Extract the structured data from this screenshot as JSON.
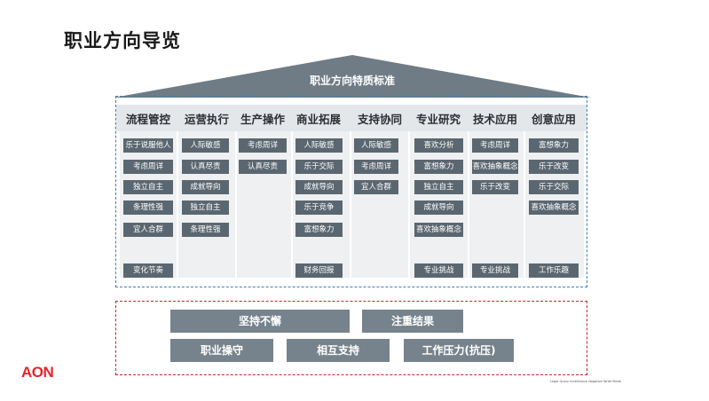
{
  "title": "职业方向导览",
  "roof_label": "职业方向特质标准",
  "columns": [
    {
      "name": "流程管控",
      "items": [
        "乐于说服他人",
        "考虑周详",
        "独立自主",
        "条理性强",
        "宜人合群"
      ],
      "extra": "变化节奏"
    },
    {
      "name": "运营执行",
      "items": [
        "人际敏感",
        "认真尽责",
        "成就导向",
        "独立自主",
        "条理性强"
      ],
      "extra": ""
    },
    {
      "name": "生产操作",
      "items": [
        "考虑周详",
        "认真尽责"
      ],
      "extra": ""
    },
    {
      "name": "商业拓展",
      "items": [
        "人际敏感",
        "乐于交际",
        "成就导向",
        "乐于竞争",
        "富想象力"
      ],
      "extra": "财务回报"
    },
    {
      "name": "支持协同",
      "items": [
        "人际敏感",
        "考虑周详",
        "宜人合群"
      ],
      "extra": ""
    },
    {
      "name": "专业研究",
      "items": [
        "喜欢分析",
        "富想象力",
        "独立自主",
        "成就导向",
        "喜欢抽象概念"
      ],
      "extra": "专业挑战"
    },
    {
      "name": "技术应用",
      "items": [
        "考虑周详",
        "喜欢抽象概念",
        "乐于改变"
      ],
      "extra": "专业挑战"
    },
    {
      "name": "创意应用",
      "items": [
        "富想象力",
        "乐于改变",
        "乐于交际",
        "喜欢抽象概念"
      ],
      "extra": "工作乐趣"
    }
  ],
  "base_row1": [
    "坚持不懈",
    "注重结果"
  ],
  "base_row2": [
    "职业操守",
    "相互支持",
    "工作压力(抗压)"
  ],
  "logo": "AON",
  "fine_print": "Legal Query Inheritance Negative Write Mode",
  "colors": {
    "chip": "#5b6770",
    "bar": "#76838c",
    "roof": "#6f7c86",
    "blue_frame": "#3f7fae",
    "red_frame": "#c2262e",
    "logo": "#e8232a"
  }
}
